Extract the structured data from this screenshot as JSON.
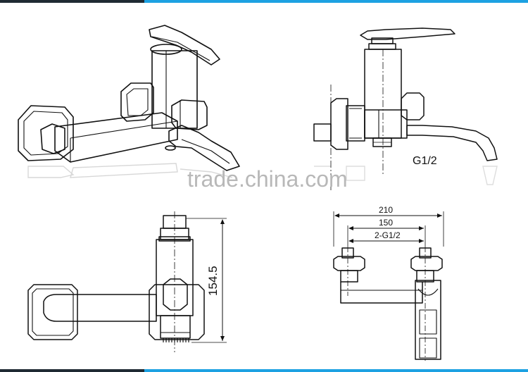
{
  "watermark": "trade.china.com",
  "callouts": {
    "thread_side": "G1/2"
  },
  "dimensions": {
    "height": "154.5",
    "overall_width": "210",
    "center_distance": "150",
    "inlet_thread": "2-G1/2"
  },
  "colors": {
    "bar_dark": "#1f2a33",
    "bar_accent": "#1da1e2",
    "line": "#111111"
  }
}
